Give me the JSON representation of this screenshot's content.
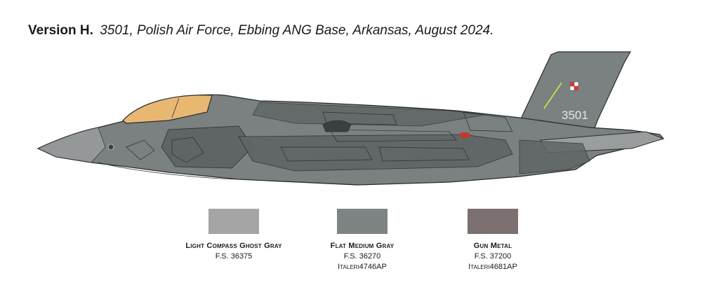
{
  "caption": {
    "version": "Version H.",
    "description": "3501, Polish Air Force, Ebbing ANG Base, Arkansas, August 2024."
  },
  "aircraft": {
    "tail_number": "3501",
    "colors": {
      "base": "#7b8080",
      "dark": "#5f6565",
      "light": "#9a9d9d",
      "canopy": "#e8b873",
      "outline": "#2a2d2d",
      "marker_red": "#c0392b",
      "fin_stripe": "#c8d84a",
      "roundel_red": "#d23a3a"
    }
  },
  "colors": [
    {
      "name": "Light Compass Ghost Gray",
      "fs": "F.S. 36375",
      "italeri_prefix": "",
      "italeri_code": "",
      "hex": "#a5a5a5"
    },
    {
      "name": "Flat Medium Gray",
      "fs": "F.S. 36270",
      "italeri_prefix": "Italeri",
      "italeri_code": "4746AP",
      "hex": "#7e8383"
    },
    {
      "name": "Gun Metal",
      "fs": "F.S. 37200",
      "italeri_prefix": "Italeri",
      "italeri_code": "4681AP",
      "hex": "#7b6f6f"
    }
  ]
}
